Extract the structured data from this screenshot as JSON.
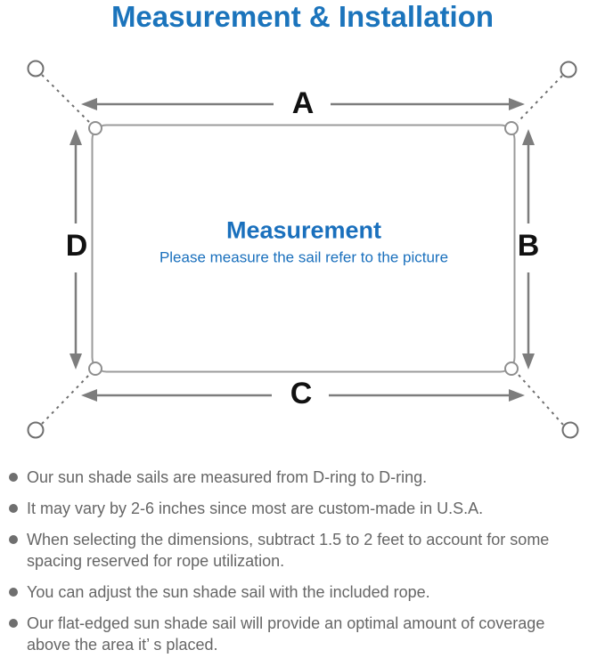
{
  "title": "Measurement & Installation",
  "diagram": {
    "center_title": "Measurement",
    "center_subtitle": "Please measure the sail refer to the picture",
    "labels": {
      "top": "A",
      "right": "B",
      "bottom": "C",
      "left": "D"
    }
  },
  "colors": {
    "accent_blue": "#1b74bc",
    "line_gray": "#7d7d7d",
    "outline_gray": "#9b9b9b",
    "note_text_gray": "#666666"
  },
  "notes": [
    "Our sun shade sails are measured from D-ring to D-ring.",
    "It may vary by 2-6 inches since most are custom-made in U.S.A.",
    "When selecting the dimensions, subtract 1.5 to 2 feet to account for some spacing reserved for rope utilization.",
    "You can adjust the sun shade sail with the included rope.",
    "Our flat-edged sun shade sail will provide an optimal amount of coverage above the area it’ s placed."
  ]
}
